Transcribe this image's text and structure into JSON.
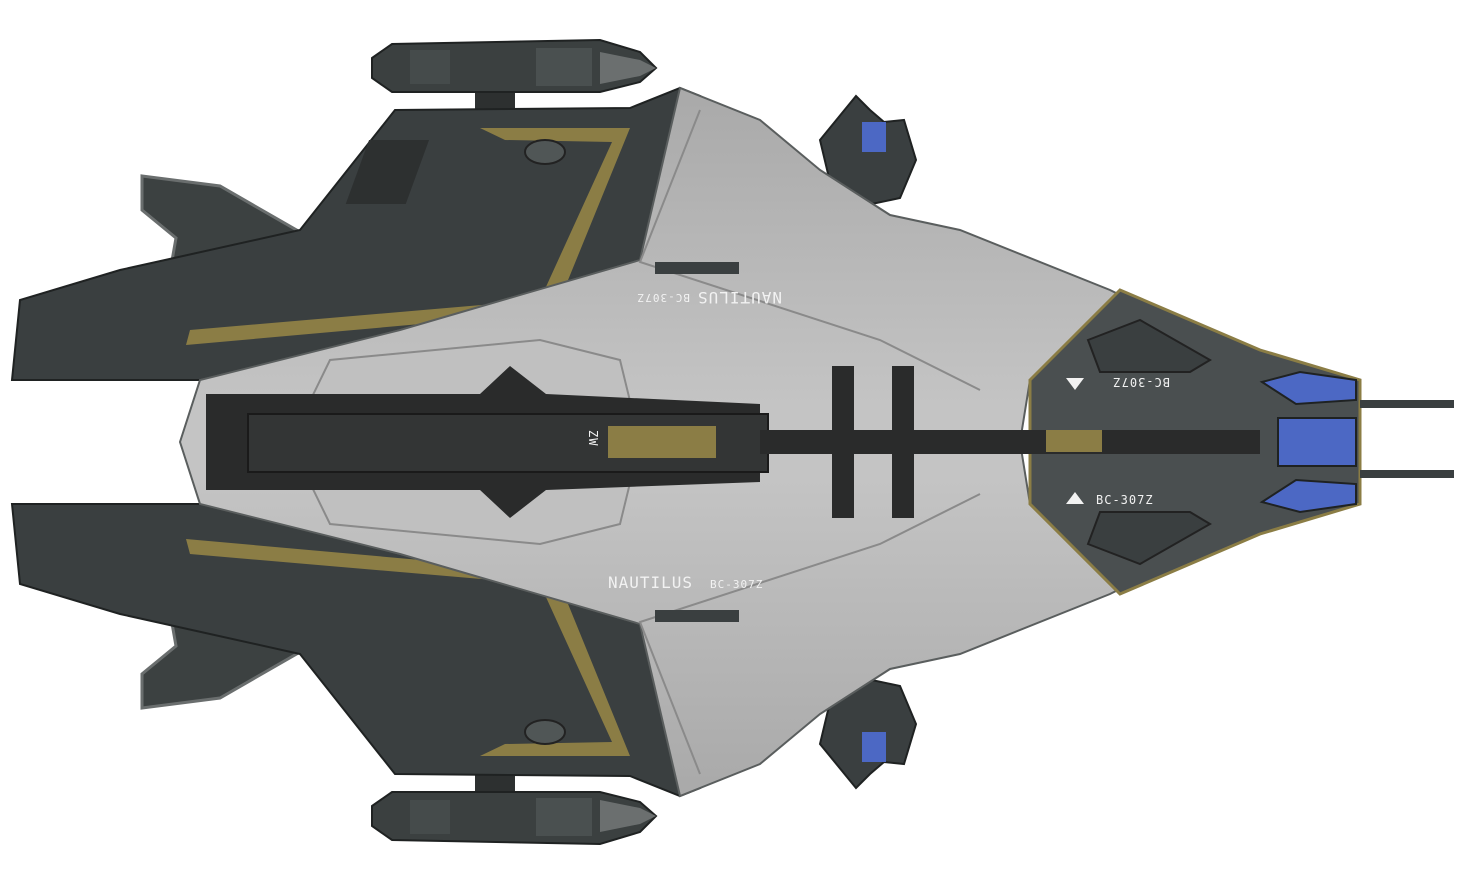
{
  "ship": {
    "name_top": "NAUTILUS",
    "reg_top": "BC-307Z",
    "name_bottom": "NAUTILUS",
    "reg_bottom": "BC-307Z",
    "reg_nose_top": "BC-307Z",
    "reg_nose_bottom": "BC-307Z",
    "spine_code": "ZW"
  },
  "colors": {
    "hull_light": "#b3b3b3",
    "hull_mid": "#9e9e9e",
    "hull_dark": "#3a3f40",
    "spine": "#2a2b2b",
    "trim_gold": "#8b7d45",
    "thruster_blue": "#4c68c4"
  }
}
